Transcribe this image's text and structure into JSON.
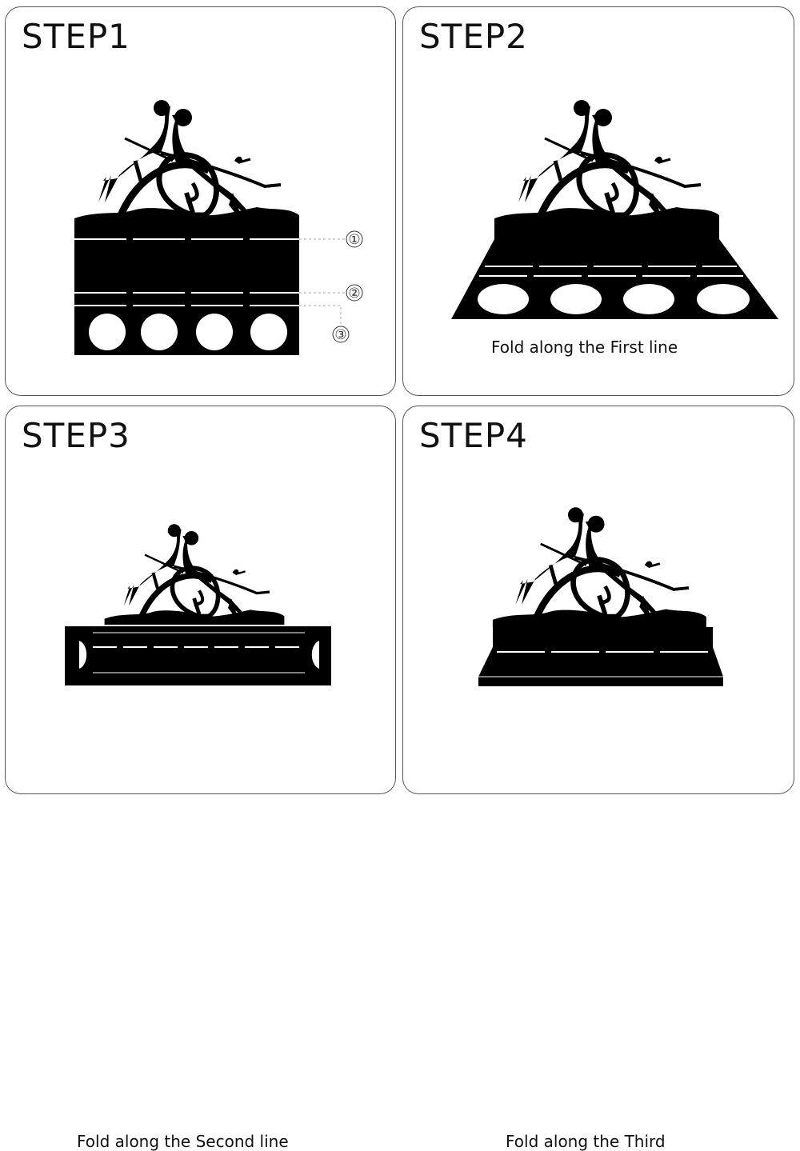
{
  "steps": [
    {
      "title": "STEP1",
      "caption": "",
      "fold_labels": [
        "①",
        "②",
        "③"
      ]
    },
    {
      "title": "STEP2",
      "caption": "Fold along the First line"
    },
    {
      "title": "STEP3",
      "caption": "Fold along the Second line"
    },
    {
      "title": "STEP4",
      "caption": "Fold along the Third"
    }
  ]
}
